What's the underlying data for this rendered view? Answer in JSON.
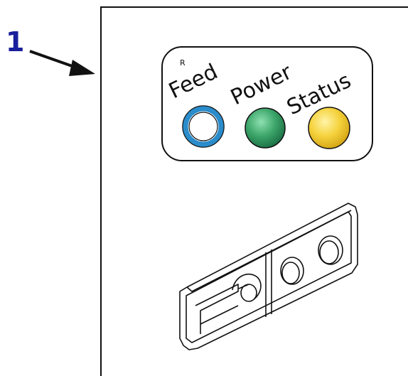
{
  "callout": {
    "number": "1"
  },
  "panel": {
    "registered_mark": "R",
    "labels": {
      "feed": "Feed",
      "power": "Power",
      "status": "Status"
    }
  },
  "colors": {
    "callout_number": "#1a1f9c",
    "feed_ring": "#2a8ccb",
    "power_led": "#3da66a",
    "status_led": "#f5d23c",
    "outline": "#111111"
  },
  "icons": {
    "arrow": "arrow-right-down-icon",
    "feed_button": "ring-button-icon",
    "power_led": "green-led-icon",
    "status_led": "yellow-led-icon"
  }
}
